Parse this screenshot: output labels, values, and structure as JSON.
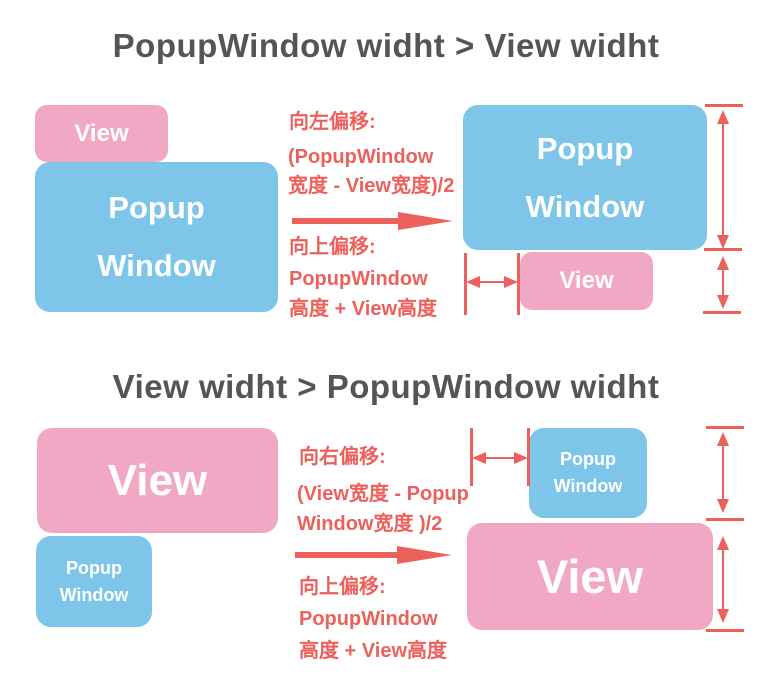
{
  "colors": {
    "pink": "#F1A8C4",
    "blue": "#7DC5E9",
    "red": "#EC615C",
    "title": "#555557"
  },
  "section1": {
    "title": "PopupWindow widht > View widht",
    "left_view_label": "View",
    "left_popup_lines": [
      "Popup",
      "Window"
    ],
    "annotation_top": [
      "向左偏移:",
      "(PopupWindow",
      "宽度 - View宽度)/2"
    ],
    "annotation_bottom": [
      "向上偏移:",
      "PopupWindow",
      "高度 + View高度"
    ],
    "right_popup_lines": [
      "Popup",
      "Window"
    ],
    "right_view_label": "View"
  },
  "section2": {
    "title": "View widht > PopupWindow widht",
    "left_view_label": "View",
    "left_popup_lines": [
      "Popup",
      "Window"
    ],
    "annotation_top": [
      "向右偏移:",
      "(View宽度 - Popup",
      "Window宽度 )/2"
    ],
    "annotation_bottom": [
      "向上偏移:",
      "PopupWindow",
      "高度 + View高度"
    ],
    "right_popup_lines": [
      "Popup",
      "Window"
    ],
    "right_view_label": "View"
  }
}
